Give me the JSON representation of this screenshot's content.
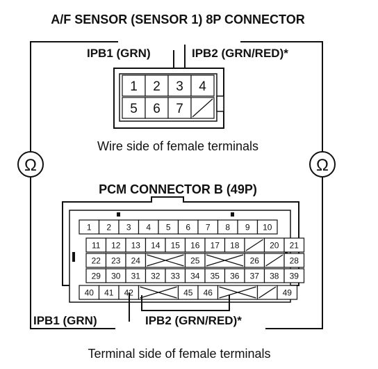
{
  "title": "A/F SENSOR (SENSOR 1) 8P CONNECTOR",
  "sensor_connector": {
    "wire_label_left": "IPB1 (GRN)",
    "wire_label_right": "IPB2 (GRN/RED)*",
    "top_row": [
      "1",
      "2",
      "3",
      "4"
    ],
    "bottom_row": [
      "5",
      "6",
      "7",
      ""
    ],
    "caption": "Wire side of female terminals"
  },
  "ohm_symbol": "Ω",
  "pcm_connector": {
    "title": "PCM CONNECTOR B (49P)",
    "rows": [
      [
        "1",
        "2",
        "3",
        "4",
        "5",
        "6",
        "7",
        "8",
        "9",
        "10"
      ],
      [
        "11",
        "12",
        "13",
        "14",
        "15",
        "16",
        "17",
        "18",
        "",
        "20",
        "21"
      ],
      [
        "22",
        "23",
        "24",
        "",
        "25",
        "",
        "26",
        "",
        "28"
      ],
      [
        "29",
        "30",
        "31",
        "32",
        "33",
        "34",
        "35",
        "36",
        "37",
        "38",
        "39"
      ],
      [
        "40",
        "41",
        "42",
        "",
        "45",
        "46",
        "",
        "",
        "49"
      ]
    ],
    "wire_label_left": "IPB1 (GRN)",
    "wire_label_right": "IPB2 (GRN/RED)*",
    "caption": "Terminal side of female terminals"
  }
}
